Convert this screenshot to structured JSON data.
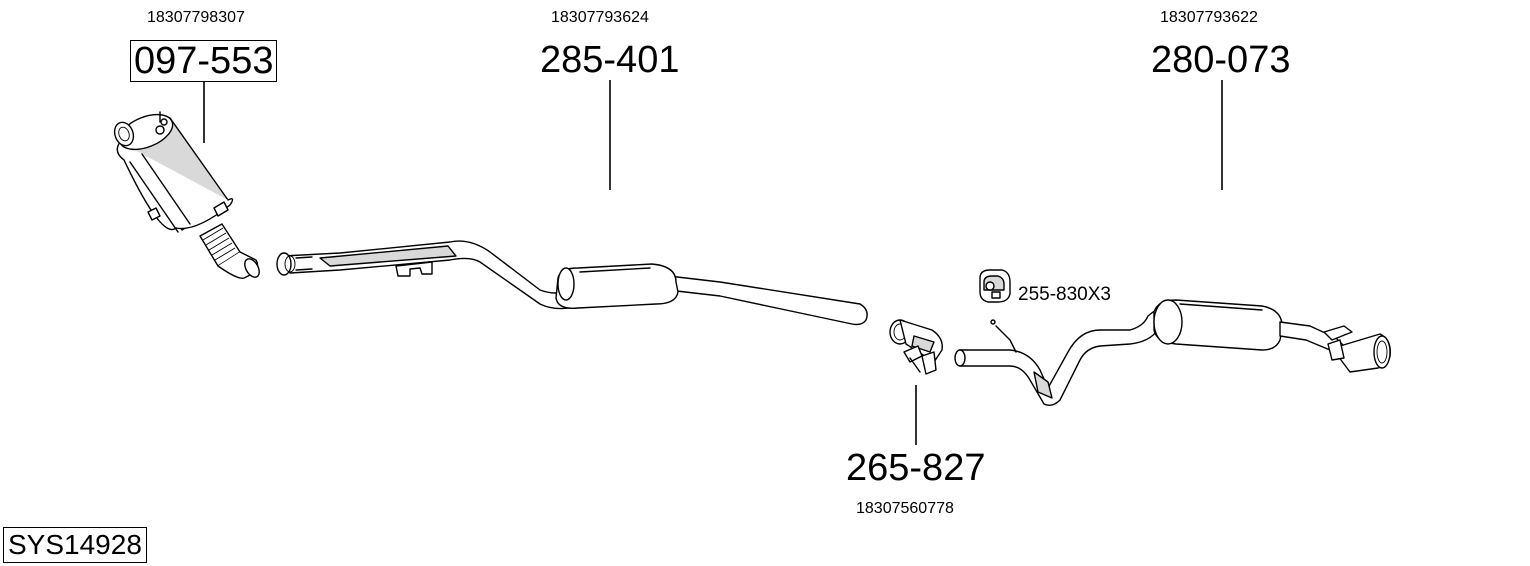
{
  "system_code": "SYS14928",
  "parts": [
    {
      "id": "part-1",
      "oem": "18307798307",
      "number": "097-553",
      "boxed": true
    },
    {
      "id": "part-2",
      "oem": "18307793624",
      "number": "285-401",
      "boxed": false
    },
    {
      "id": "part-3",
      "oem": "18307793622",
      "number": "280-073",
      "boxed": false
    },
    {
      "id": "part-4",
      "oem": "18307560778",
      "number": "265-827",
      "boxed": false
    }
  ],
  "hanger": {
    "label": "255-830X3"
  }
}
